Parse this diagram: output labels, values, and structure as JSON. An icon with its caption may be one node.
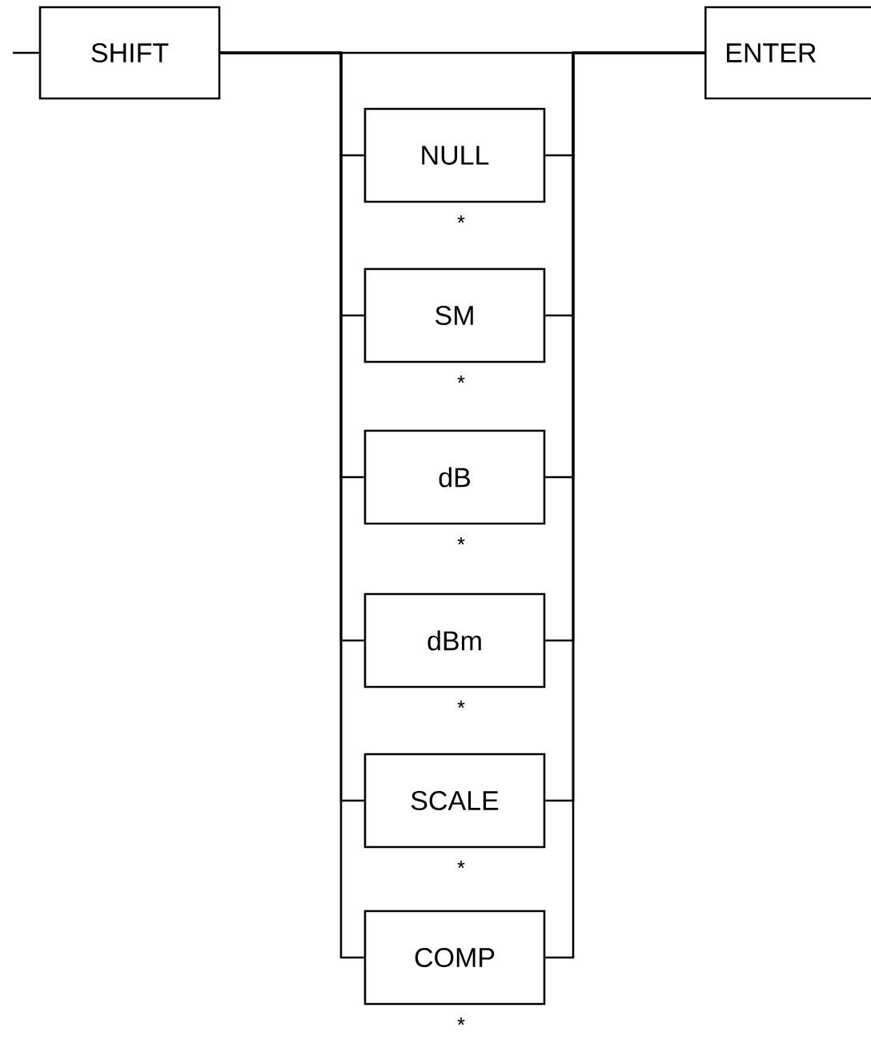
{
  "diagram": {
    "nodes": [
      {
        "text": [
          "SHIFT"
        ]
      },
      {
        "text": [
          "NULL"
        ],
        "beside": [
          "*"
        ]
      },
      {
        "text": [
          "SM"
        ],
        "beside": [
          "*"
        ]
      },
      {
        "text": [
          "dB"
        ],
        "beside": [
          "*"
        ]
      },
      {
        "text": [
          "dBm"
        ],
        "beside": [
          "*"
        ]
      },
      {
        "text": [
          "SCALE"
        ],
        "beside": [
          "*"
        ]
      },
      {
        "text": [
          "COMP"
        ],
        "beside": [
          "*"
        ]
      },
      {
        "text": [
          "ENTER"
        ]
      }
    ],
    "edges": [
      {
        "from": null,
        "to": 0,
        "arrow": "none"
      },
      {
        "from": 0,
        "to": 7,
        "arrow": "none"
      },
      {
        "from": 0,
        "to": 1,
        "arrow": "none"
      },
      {
        "from": 0,
        "to": 2,
        "arrow": "none"
      },
      {
        "from": 0,
        "to": 3,
        "arrow": "none"
      },
      {
        "from": 0,
        "to": 4,
        "arrow": "none"
      },
      {
        "from": 0,
        "to": 5,
        "arrow": "none"
      },
      {
        "from": 0,
        "to": 6,
        "arrow": "none"
      },
      {
        "from": 1,
        "to": 7,
        "arrow": "none"
      },
      {
        "from": 2,
        "to": 7,
        "arrow": "none"
      },
      {
        "from": 3,
        "to": 7,
        "arrow": "none"
      },
      {
        "from": 4,
        "to": 7,
        "arrow": "none"
      },
      {
        "from": 5,
        "to": 7,
        "arrow": "none"
      },
      {
        "from": 6,
        "to": 7,
        "arrow": "none"
      }
    ]
  }
}
